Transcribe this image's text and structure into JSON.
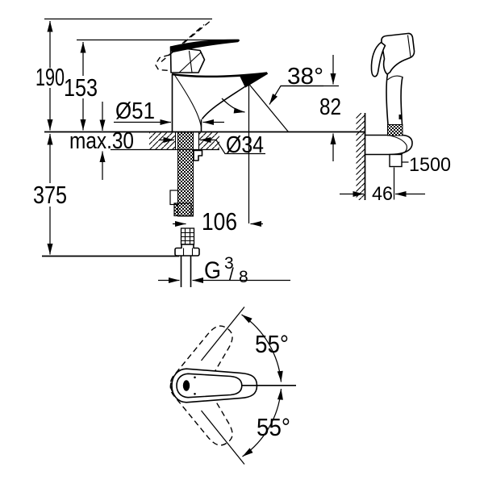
{
  "dimensions": {
    "overall_height": "190",
    "spout_height": "153",
    "base_diameter": "Ø51",
    "mounting_thickness": "max.30",
    "supply_depth": "375",
    "spout_reach": "106",
    "hole_diameter": "Ø34",
    "spray_angle": "38°",
    "outlet_height": "82",
    "hose_length": "1500",
    "holder_depth": "46",
    "swivel_angle_up": "55°",
    "swivel_angle_down": "55°",
    "thread": {
      "prefix": "G",
      "numerator": "3",
      "slash": "/",
      "denominator": "8"
    }
  },
  "colors": {
    "ink": "#000000",
    "paper": "#ffffff"
  }
}
